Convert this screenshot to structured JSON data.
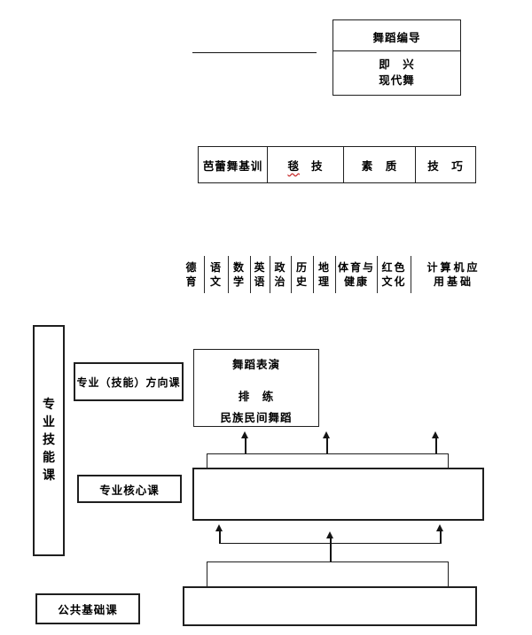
{
  "colors": {
    "line": "#1f1f1f",
    "text": "#000000",
    "spellcheck_underline": "#c93030",
    "background": "#ffffff"
  },
  "top_section": {
    "blank_line": "",
    "choreo_box": {
      "title": "舞蹈编导",
      "items": [
        "即　兴",
        "现代舞"
      ]
    }
  },
  "training_row": {
    "cell1": "芭蕾舞基训",
    "cell2_flagged": "毯",
    "cell2_rest": "技",
    "cell3": "素　质",
    "cell4": "技　巧"
  },
  "subjects": [
    {
      "l1": "德",
      "l2": "育"
    },
    {
      "l1": "语",
      "l2": "文"
    },
    {
      "l1": "数",
      "l2": "学"
    },
    {
      "l1": "英",
      "l2": "语"
    },
    {
      "l1": "政",
      "l2": "治"
    },
    {
      "l1": "历",
      "l2": "史"
    },
    {
      "l1": "地",
      "l2": "理"
    },
    {
      "l1": "体育与",
      "l2": "健康"
    },
    {
      "l1": "红色",
      "l2": "文化"
    },
    {
      "l1": "计算机应",
      "l2": "用基础"
    }
  ],
  "categories": {
    "skill_track": "专业技能课",
    "direction_label": "专业（技能）方向课",
    "core_label": "专业核心课",
    "basic_label": "公共基础课"
  },
  "performance_box": {
    "title": "舞蹈表演",
    "items": [
      "排　练",
      "民族民间舞蹈"
    ]
  }
}
